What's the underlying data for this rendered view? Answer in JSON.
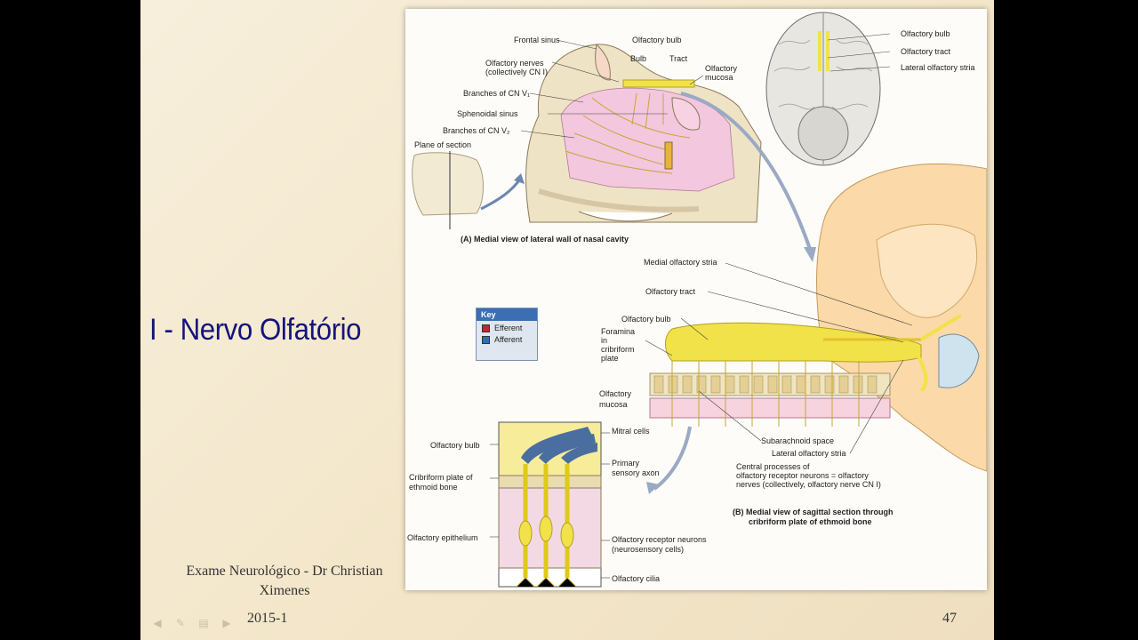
{
  "slide": {
    "title": "I - Nervo Olfatório",
    "footer_author": "Exame Neurológico - Dr Christian Ximenes",
    "footer_date": "2015-1",
    "page_number": "47"
  },
  "nav_icons": [
    "prev-icon",
    "pen-icon",
    "slides-icon",
    "next-icon"
  ],
  "figure": {
    "panel_a": {
      "caption": "(A) Medial view of lateral wall of nasal cavity",
      "labels": {
        "frontal_sinus": "Frontal sinus",
        "olfactory_bulb": "Olfactory bulb",
        "bulb": "Bulb",
        "tract": "Tract",
        "olfactory_nerves": "Olfactory nerves",
        "olfactory_nerves_sub": "(collectively CN I)",
        "olfactory_mucosa_1": "Olfactory",
        "olfactory_mucosa_2": "mucosa",
        "branches_v1": "Branches of CN V₁",
        "sphenoidal_sinus": "Sphenoidal sinus",
        "branches_v2": "Branches of CN V₂",
        "plane_of_section": "Plane of section"
      }
    },
    "brain_view": {
      "labels": {
        "olfactory_bulb": "Olfactory bulb",
        "olfactory_tract": "Olfactory tract",
        "lateral_stria": "Lateral olfactory stria"
      }
    },
    "key": {
      "title": "Key",
      "efferent": "Efferent",
      "afferent": "Afferent",
      "efferent_color": "#c0282d",
      "afferent_color": "#2f6db5"
    },
    "panel_b": {
      "caption_line1": "(B) Medial view of sagittal section through",
      "caption_line2": "cribriform plate of ethmoid bone",
      "labels": {
        "medial_stria": "Medial olfactory stria",
        "olfactory_tract": "Olfactory tract",
        "olfactory_bulb": "Olfactory bulb",
        "foramina_1": "Foramina",
        "foramina_2": "in",
        "foramina_3": "cribriform",
        "foramina_4": "plate",
        "mucosa_1": "Olfactory",
        "mucosa_2": "mucosa",
        "subarachnoid": "Subarachnoid space",
        "lateral_stria": "Lateral olfactory stria",
        "central_1": "Central processes of",
        "central_2": "olfactory receptor neurons = olfactory",
        "central_3": "nerves (collectively, olfactory nerve CN I)"
      }
    },
    "panel_c": {
      "labels": {
        "olfactory_bulb": "Olfactory bulb",
        "mitral_cells": "Mitral cells",
        "primary_axon_1": "Primary",
        "primary_axon_2": "sensory axon",
        "cribriform_1": "Cribriform plate of",
        "cribriform_2": "ethmoid bone",
        "epithelium": "Olfactory epithelium",
        "receptor_1": "Olfactory receptor neurons",
        "receptor_2": "(neurosensory cells)",
        "cilia": "Olfactory cilia"
      }
    }
  }
}
